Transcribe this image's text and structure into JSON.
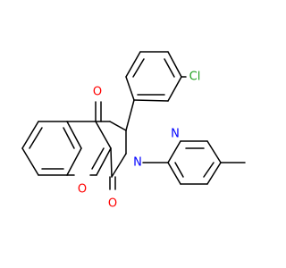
{
  "colors": {
    "background": "#ffffff",
    "bond": "#000000",
    "carbon": "#000000",
    "oxygen": "#ff0000",
    "nitrogen": "#0000ff",
    "chlorine": "#1fa01f"
  },
  "labels": {
    "chlorine": "Cl",
    "ketone_oxygen": "O",
    "ring_oxygen": "O",
    "lactam_oxygen": "O",
    "pyrrole_nitrogen": "N",
    "pyridine_nitrogen": "N"
  }
}
